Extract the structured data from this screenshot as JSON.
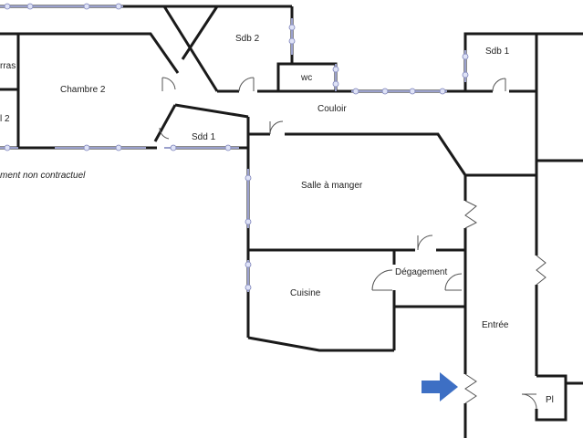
{
  "rooms": {
    "chambre2": "Chambre 2",
    "sdb2": "Sdb 2",
    "wc": "wc",
    "sdb1": "Sdb 1",
    "couloir": "Couloir",
    "sdd1": "Sdd 1",
    "salle_a_manger": "Salle à manger",
    "degagement": "Dégagement",
    "cuisine": "Cuisine",
    "entree": "Entrée",
    "pl": "Pl",
    "terrasse_partial": "rras",
    "room_left_partial": "l 2"
  },
  "note": "ment non contractuel",
  "colors": {
    "wall": "#1a1a1a",
    "window": "#9aa0cc",
    "arrow": "#3d6fc4"
  }
}
